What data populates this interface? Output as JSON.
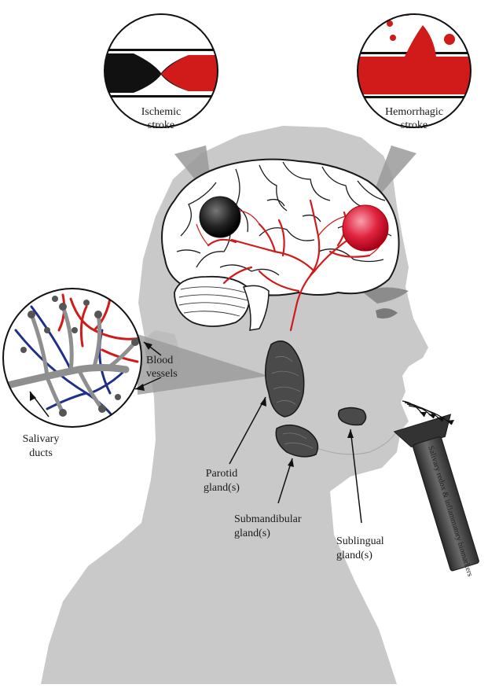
{
  "labels": {
    "ischemic": [
      "Ischemic",
      "stroke"
    ],
    "hemorrhagic": [
      "Hemorrhagic",
      "stroke"
    ],
    "blood_vessels": [
      "Blood",
      "vessels"
    ],
    "salivary_ducts": [
      "Salivary",
      "ducts"
    ],
    "parotid": [
      "Parotid",
      "gland(s)"
    ],
    "submandibular": [
      "Submandibular",
      "gland(s)"
    ],
    "sublingual": [
      "Sublingual",
      "gland(s)"
    ],
    "tube": "Salivary redox & inflammatory biomarkers"
  },
  "colors": {
    "silhouette": "#c9c9c9",
    "artery": "#d11a1a",
    "vein": "#1f2f8a",
    "duct": "#8f8f8f",
    "gland": "#4a4a4a",
    "lesion_ischemic": "#1b1b1b",
    "lesion_hemorrhagic": "#d6203a",
    "tube": "#3d3d3d"
  }
}
